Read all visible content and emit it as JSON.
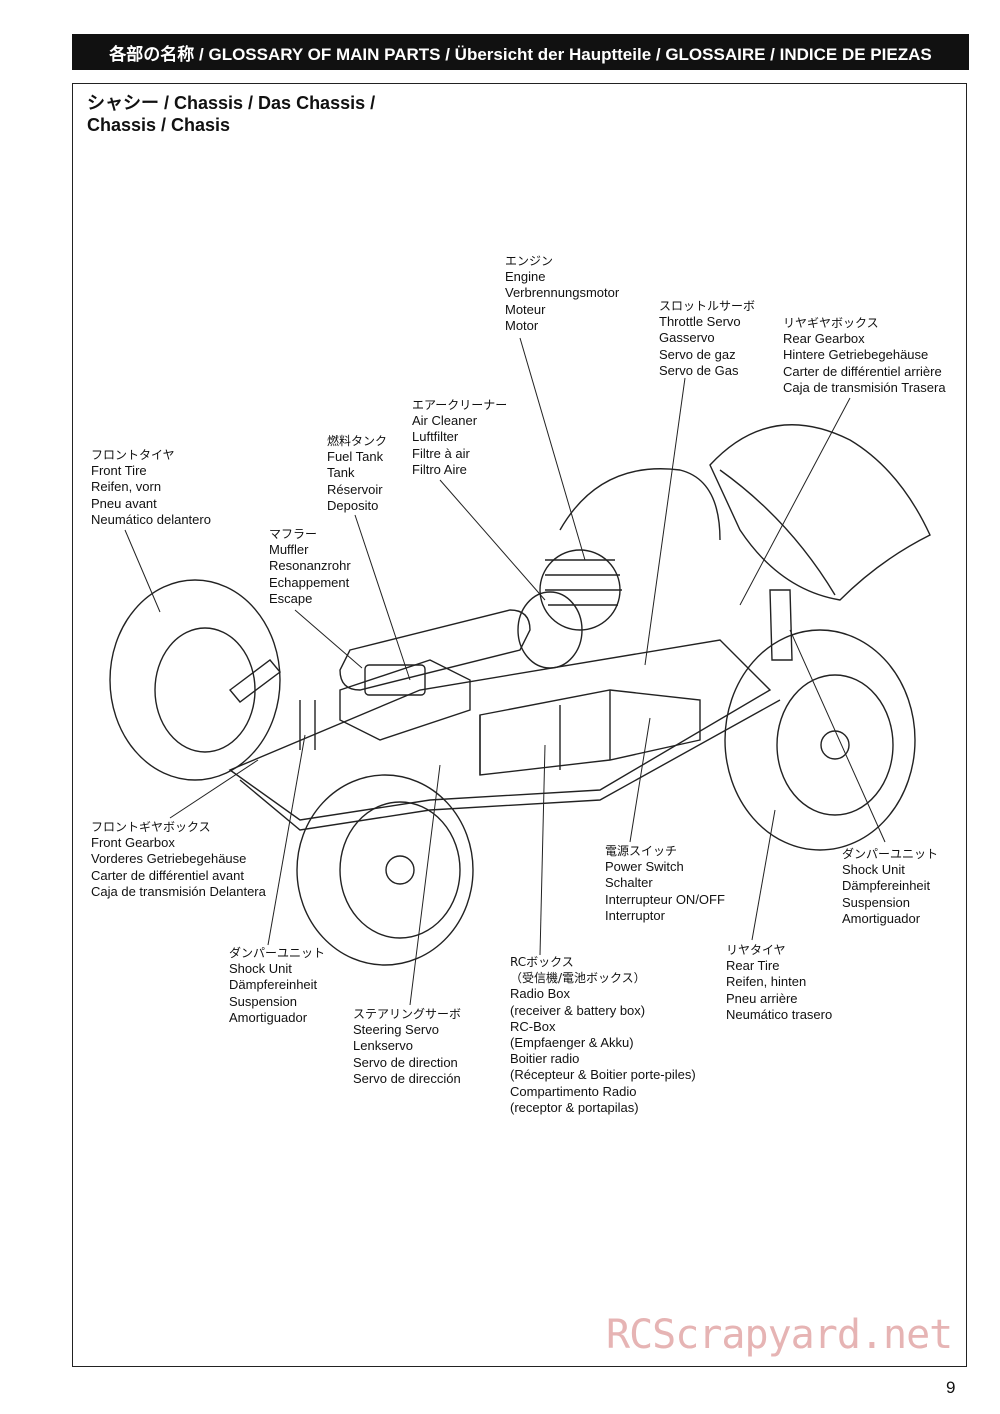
{
  "header": {
    "title": "各部の名称 / GLOSSARY OF MAIN PARTS / Übersicht der Hauptteile / GLOSSAIRE / INDICE DE PIEZAS"
  },
  "section": {
    "title_line1": "シャシー /  Chassis / Das Chassis /",
    "title_line2": "Chassis / Chasis"
  },
  "labels": {
    "engine": [
      "エンジン",
      "Engine",
      "Verbrennungsmotor",
      "Moteur",
      "Motor"
    ],
    "throttle_servo": [
      "スロットルサーボ",
      "Throttle Servo",
      "Gasservo",
      "Servo de gaz",
      "Servo de Gas"
    ],
    "rear_gearbox": [
      "リヤギヤボックス",
      "Rear Gearbox",
      "Hintere Getriebegehäuse",
      "Carter de différentiel arrière",
      "Caja de transmisión Trasera"
    ],
    "air_cleaner": [
      "エアークリーナー",
      "Air Cleaner",
      "Luftfilter",
      "Filtre à air",
      "Filtro Aire"
    ],
    "fuel_tank": [
      "燃料タンク",
      "Fuel Tank",
      "Tank",
      "Réservoir",
      "Deposito"
    ],
    "front_tire": [
      "フロントタイヤ",
      "Front Tire",
      "Reifen, vorn",
      "Pneu avant",
      "Neumático delantero"
    ],
    "muffler": [
      "マフラー",
      "Muffler",
      "Resonanzrohr",
      "Echappement",
      "Escape"
    ],
    "front_gearbox": [
      "フロントギヤボックス",
      "Front Gearbox",
      "Vorderes Getriebegehäuse",
      "Carter de différentiel avant",
      "Caja de transmisión Delantera"
    ],
    "power_switch": [
      "電源スイッチ",
      "Power Switch",
      "Schalter",
      "Interrupteur ON/OFF",
      "Interruptor"
    ],
    "shock_unit_rear": [
      "ダンパーユニット",
      "Shock Unit",
      "Dämpfereinheit",
      "Suspension",
      "Amortiguador"
    ],
    "shock_unit_front": [
      "ダンパーユニット",
      "Shock Unit",
      "Dämpfereinheit",
      "Suspension",
      "Amortiguador"
    ],
    "rear_tire": [
      "リヤタイヤ",
      "Rear Tire",
      "Reifen, hinten",
      "Pneu arrière",
      "Neumático trasero"
    ],
    "rc_box": [
      "RCボックス",
      "（受信機/電池ボックス）",
      "Radio Box",
      " (receiver & battery box)",
      "RC-Box",
      " (Empfaenger & Akku)",
      "Boitier radio",
      " (Récepteur & Boitier porte-piles)",
      "Compartimento Radio",
      " (receptor & portapilas)"
    ],
    "steering_servo": [
      "ステアリングサーボ",
      "Steering Servo",
      "Lenkservo",
      "Servo de direction",
      "Servo de dirección"
    ]
  },
  "watermark": "RCScrapyard.net",
  "page_number": "9"
}
